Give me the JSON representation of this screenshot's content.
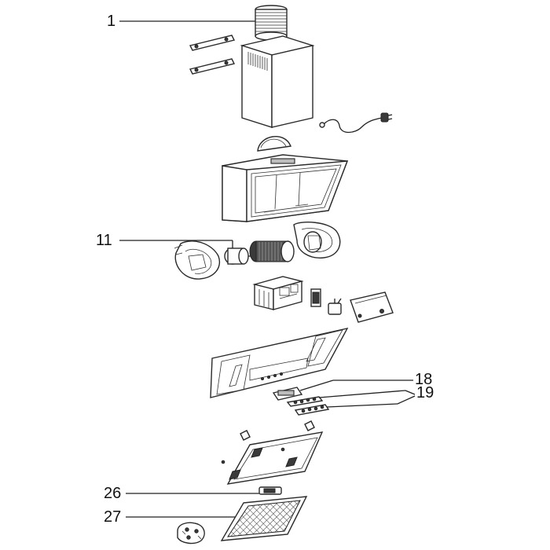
{
  "callouts": [
    {
      "id": "c1",
      "label": "1"
    },
    {
      "id": "c11",
      "label": "11"
    },
    {
      "id": "c18",
      "label": "18"
    },
    {
      "id": "c19",
      "label": "19"
    },
    {
      "id": "c26",
      "label": "26"
    },
    {
      "id": "c27",
      "label": "27"
    }
  ],
  "colors": {
    "line": "#222222",
    "fill": "#ffffff",
    "shade": "#bdbdbd",
    "dark": "#3a3a3a"
  }
}
